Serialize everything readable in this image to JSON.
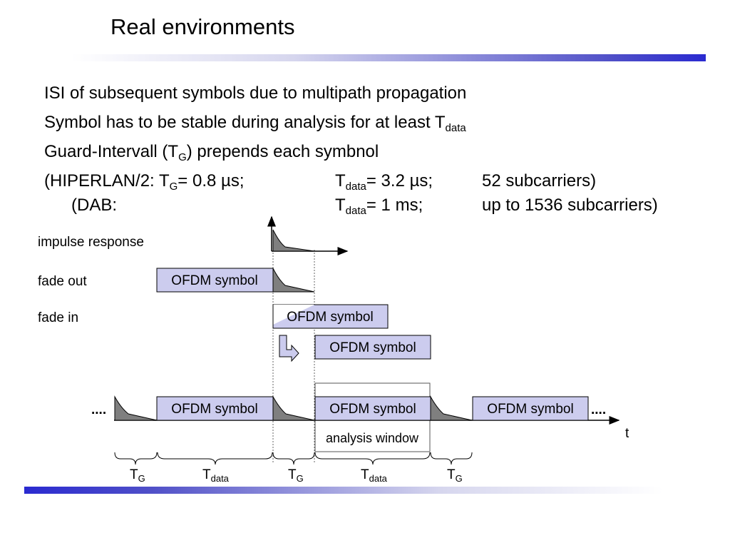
{
  "title": "Real environments",
  "bullets": {
    "b1": "ISI of subsequent symbols due to multipath propagation",
    "b2_text": "Symbol has to be stable during analysis for at least T",
    "b2_sub": "data",
    "b3_pre": "Guard-Intervall (T",
    "b3_sub": "G",
    "b3_post": ") prepends each symbnol",
    "b4_a_pre": "(HIPERLAN/2: T",
    "b4_a_sub": "G",
    "b4_a_post": "= 0.8 µs;",
    "b4_b_pre": "T",
    "b4_b_sub": "data",
    "b4_b_post": "= 3.2 µs;",
    "b4_c": "52 subcarriers)",
    "b5_a": "(DAB:",
    "b5_b_pre": "T",
    "b5_b_sub": "data",
    "b5_b_post": "= 1 ms;",
    "b5_c": "up to 1536 subcarriers)"
  },
  "rows": {
    "impulse_response": "impulse response",
    "fade_out": "fade out",
    "fade_in": "fade in"
  },
  "diagram": {
    "symbol_label": "OFDM symbol",
    "ellipsis": "....",
    "analysis_window": "analysis window",
    "time_axis": "t",
    "brace_labels": [
      {
        "main": "T",
        "sub": "G"
      },
      {
        "main": "T",
        "sub": "data"
      },
      {
        "main": "T",
        "sub": "G"
      },
      {
        "main": "T",
        "sub": "data"
      },
      {
        "main": "T",
        "sub": "G"
      }
    ]
  },
  "colors": {
    "symbol_fill": "#ccccee",
    "tail_fill": "#7f7f7f",
    "bar_accent": "#2a2ad0"
  }
}
